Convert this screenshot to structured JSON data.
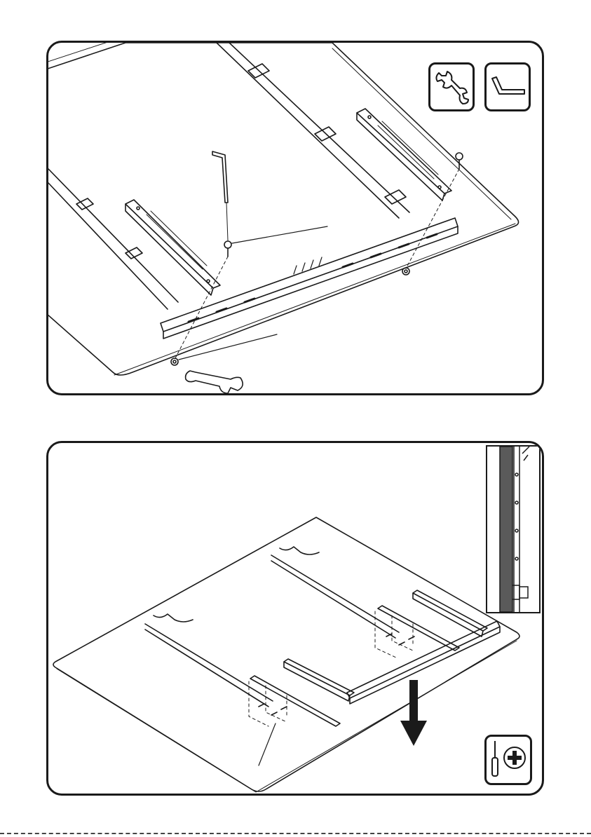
{
  "panels": [
    {
      "id": "step-1",
      "tools": [
        "wrench-icon",
        "hex-key-icon"
      ],
      "parts": [
        "tv-back-panel",
        "vertical-bracket-left",
        "vertical-bracket-right",
        "horizontal-rail",
        "hex-key",
        "bolt",
        "washer",
        "nut",
        "wrench"
      ]
    },
    {
      "id": "step-2",
      "tools": [
        "phillips-screwdriver-icon"
      ],
      "parts": [
        "tv-back-panel",
        "vertical-bracket-left",
        "vertical-bracket-right",
        "adapter-plate-left",
        "adapter-plate-right",
        "screws",
        "slide-down-arrow",
        "side-view-inset"
      ]
    }
  ],
  "colors": {
    "line": "#1a1a1a",
    "arrow": "#1a1a1a",
    "inset_fill": "#5a5a5a"
  }
}
